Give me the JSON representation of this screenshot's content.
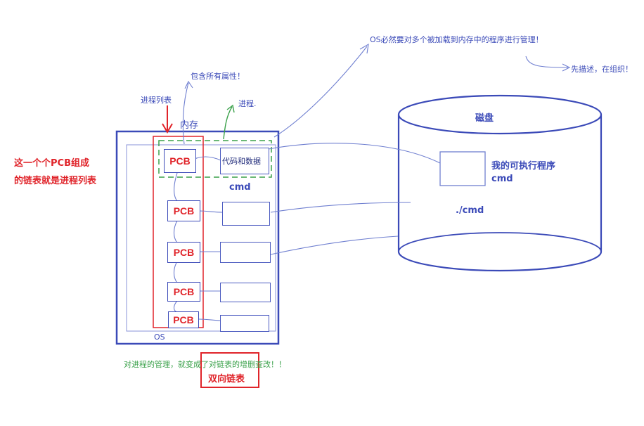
{
  "labels": {
    "process_list": "进程列表",
    "memory": "内存",
    "all_attributes": "包含所有属性！",
    "process": "进程.",
    "os_must_manage": "OS必然要对多个被加载到内存中的程序进行管理！",
    "describe_then_organize": "先描述，在组织！",
    "disk": "磁盘",
    "my_executable": "我的可执行程序",
    "disk_cmd": "cmd",
    "dot_cmd": "./cmd",
    "code_and_data": "代码和数据",
    "cmd": "cmd",
    "os": "OS",
    "pcb_list_note_line1": "这一个个PCB组成",
    "pcb_list_note_line2": "的链表就是进程列表",
    "bottom_note": "对进程的管理，就变成了对链表的增删查改！！",
    "doubly_linked_list": "双向链表"
  },
  "pcbs": [
    "PCB",
    "PCB",
    "PCB",
    "PCB",
    "PCB"
  ],
  "colors": {
    "blue": "#3b4ab8",
    "red": "#e0242a",
    "green": "#3aa14a",
    "light_blue": "#6f7fd0"
  }
}
